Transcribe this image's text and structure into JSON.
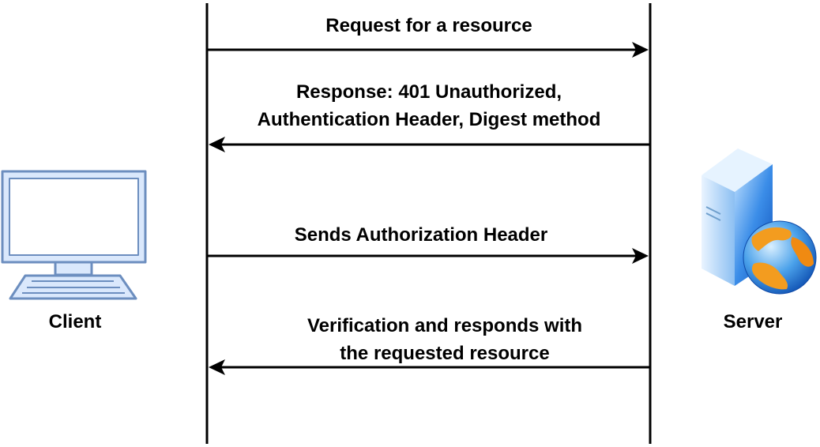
{
  "participants": {
    "client": {
      "label": "Client",
      "icon": "computer-monitor-icon"
    },
    "server": {
      "label": "Server",
      "icon": "web-server-globe-icon"
    }
  },
  "messages": [
    {
      "direction": "client-to-server",
      "lines": [
        "Request for a resource"
      ]
    },
    {
      "direction": "server-to-client",
      "lines": [
        "Response: 401 Unauthorized,",
        "Authentication Header, Digest method"
      ]
    },
    {
      "direction": "client-to-server",
      "lines": [
        "Sends Authorization Header"
      ]
    },
    {
      "direction": "server-to-client",
      "lines": [
        "Verification and responds with",
        "the requested resource"
      ]
    }
  ],
  "colors": {
    "line": "#000000",
    "monitor_fill": "#dae8fc",
    "monitor_stroke": "#6c8ebf",
    "server_blue": "#2f7fe0",
    "globe_orange": "#f39c1f"
  }
}
